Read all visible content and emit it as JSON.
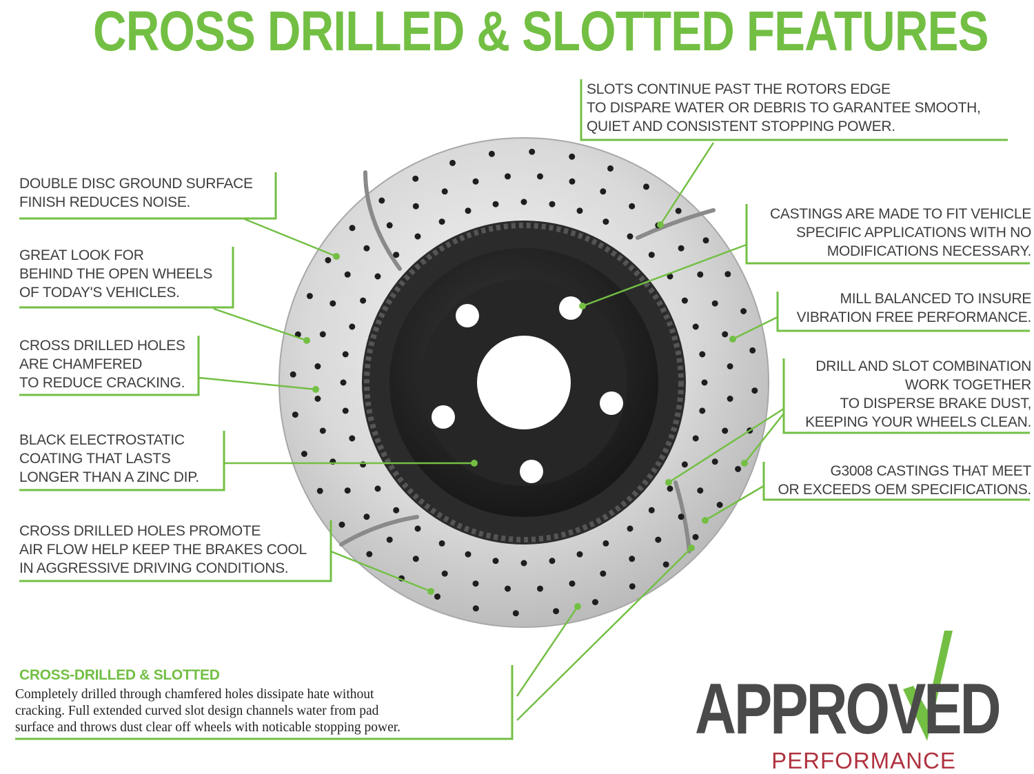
{
  "title": "CROSS DRILLED & SLOTTED FEATURES",
  "callouts": {
    "slots_edge": "SLOTS CONTINUE PAST THE ROTORS EDGE\nTO DISPARE WATER OR DEBRIS TO GARANTEE SMOOTH,\nQUIET AND CONSISTENT STOPPING POWER.",
    "double_disc": "DOUBLE DISC GROUND SURFACE\nFINISH REDUCES NOISE.",
    "great_look": "GREAT LOOK FOR\nBEHIND THE OPEN WHEELS\nOF TODAY'S VEHICLES.",
    "chamfered": "CROSS DRILLED HOLES\nARE CHAMFERED\nTO REDUCE CRACKING.",
    "coating": "BLACK ELECTROSTATIC\nCOATING THAT LASTS\nLONGER THAN A ZINC DIP.",
    "air_flow": "CROSS DRILLED HOLES PROMOTE\nAIR FLOW HELP KEEP THE BRAKES COOL\nIN AGGRESSIVE DRIVING CONDITIONS.",
    "castings_fit": "CASTINGS ARE MADE TO FIT VEHICLE\nSPECIFIC APPLICATIONS WITH NO\nMODIFICATIONS NECESSARY.",
    "mill_balanced": "MILL BALANCED TO INSURE\nVIBRATION FREE PERFORMANCE.",
    "drill_slot": "DRILL AND SLOT COMBINATION\nWORK TOGETHER\nTO DISPERSE BRAKE DUST,\nKEEPING YOUR WHEELS CLEAN.",
    "g3008": "G3008 CASTINGS THAT MEET\nOR EXCEEDS OEM SPECIFICATIONS."
  },
  "bottom": {
    "heading": "CROSS-DRILLED & SLOTTED",
    "body": "Completely drilled through chamfered holes dissipate hate without\ncracking. Full extended curved slot design channels water from pad\nsurface and throws dust clear off wheels with noticable stopping power."
  },
  "logo": {
    "main": "APPROVED",
    "sub": "PERFORMANCE"
  },
  "colors": {
    "accent_green": "#73bf44",
    "text_gray": "#3e3e3e",
    "logo_red": "#b0323f",
    "logo_gray": "#4a4a4a"
  }
}
